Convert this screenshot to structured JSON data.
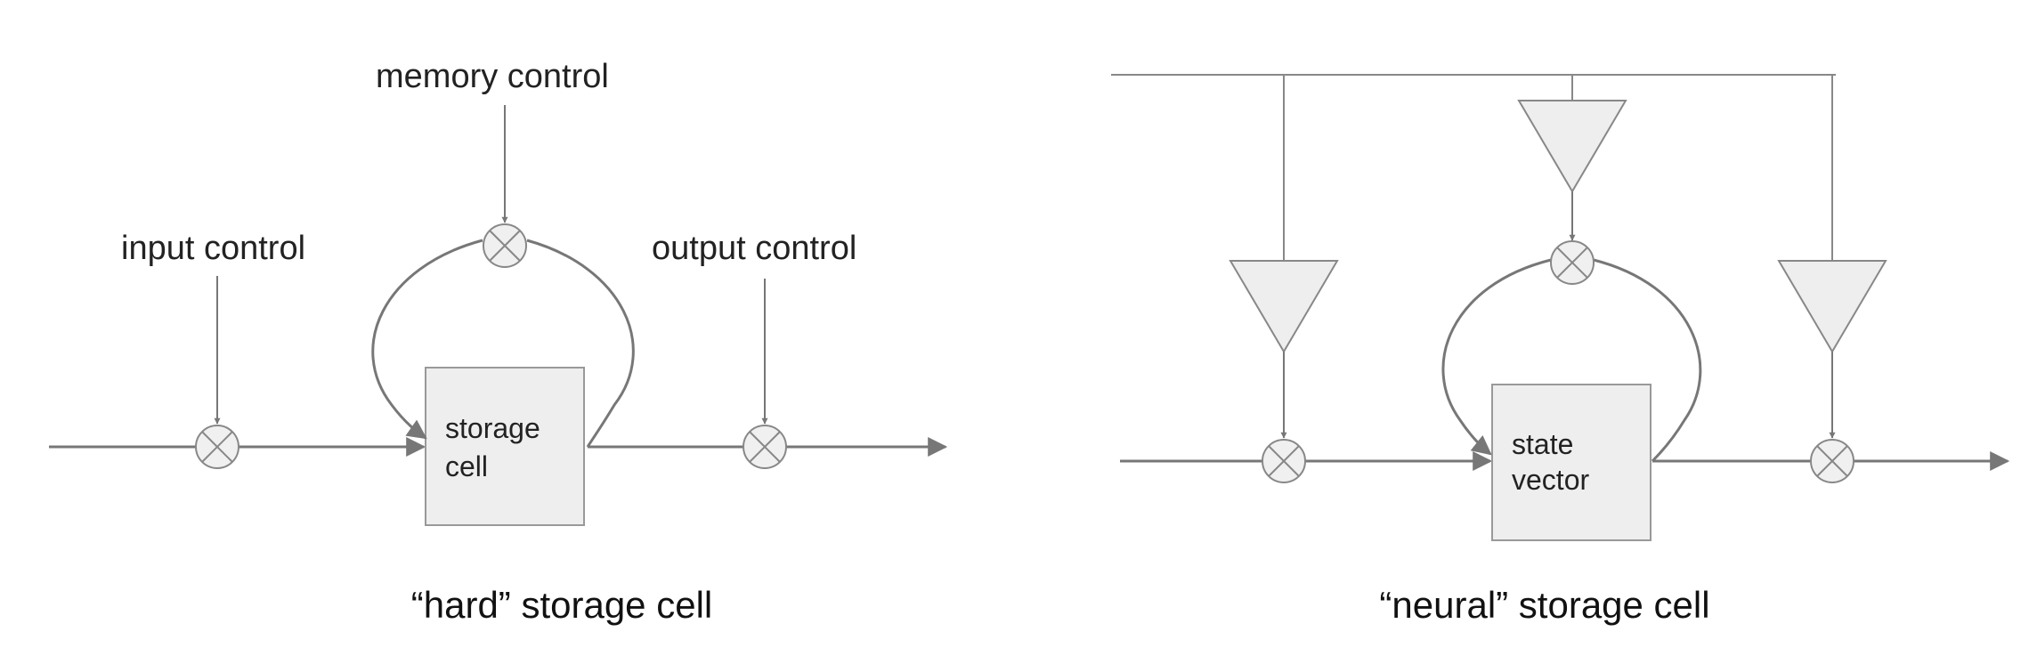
{
  "left_diagram": {
    "caption": "“hard” storage cell",
    "memory_control": "memory control",
    "input_control": "input control",
    "output_control": "output control",
    "cell_line1": "storage",
    "cell_line2": "cell"
  },
  "right_diagram": {
    "caption": "“neural” storage cell",
    "cell_line1": "state",
    "cell_line2": "vector"
  },
  "colors": {
    "line": "#777777",
    "box_fill": "#eeeeee",
    "box_stroke": "#999999",
    "gate_fill": "#f0f0f0"
  }
}
